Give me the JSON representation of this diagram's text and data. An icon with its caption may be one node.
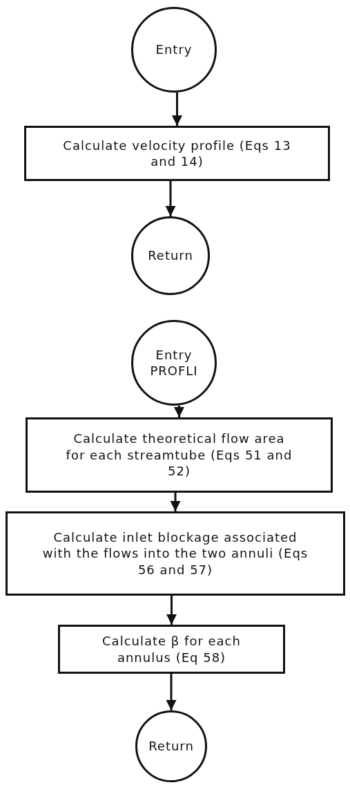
{
  "diagram": {
    "nodes": [
      {
        "text": [
          "Entry"
        ]
      },
      {
        "text": [
          "Calculate velocity profile (Eqs 13 and 14)"
        ]
      },
      {
        "text": [
          "Return"
        ]
      },
      {
        "text": [
          "Entry PROFLI"
        ]
      },
      {
        "text": [
          "Calculate theoretical flow area for each streamtube (Eqs 51 and 52)"
        ]
      },
      {
        "text": [
          "Calculate inlet blockage associated with the flows into the two annuli (Eqs 56 and 57)"
        ]
      },
      {
        "text": [
          "Calculate β for each annulus (Eq 58)"
        ]
      },
      {
        "text": [
          "Return"
        ]
      }
    ],
    "edges": [
      {
        "from": 0,
        "to": 1,
        "arrow": "to"
      },
      {
        "from": 1,
        "to": 2,
        "arrow": "to"
      },
      {
        "from": 3,
        "to": 4,
        "arrow": "to"
      },
      {
        "from": 4,
        "to": 5,
        "arrow": "to"
      },
      {
        "from": 5,
        "to": 6,
        "arrow": "to"
      },
      {
        "from": 6,
        "to": 7,
        "arrow": "to"
      }
    ]
  }
}
